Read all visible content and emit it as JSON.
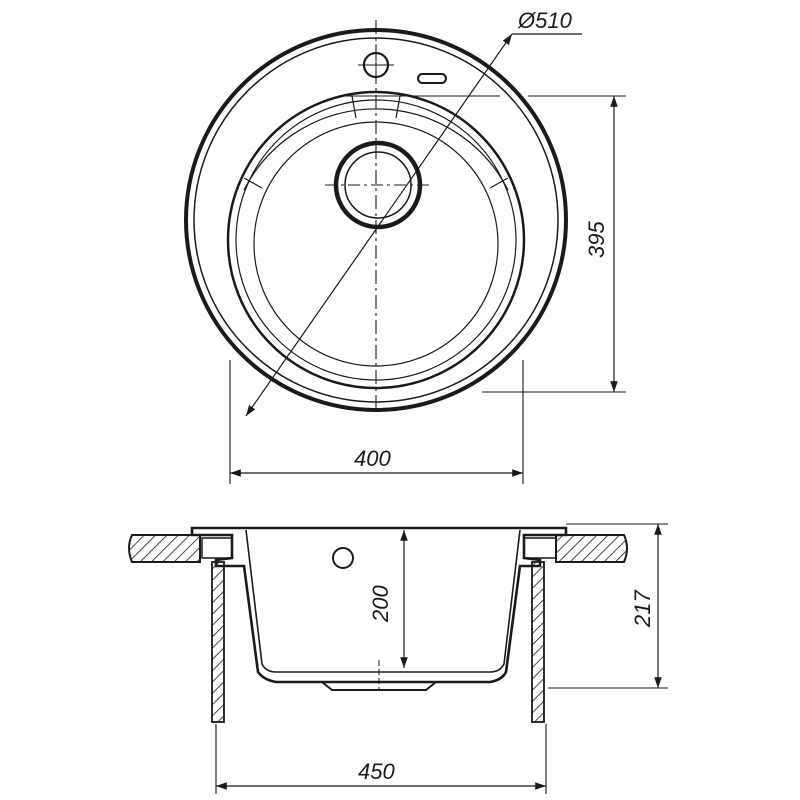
{
  "drawing": {
    "dimensions": {
      "outer_diameter": "Ø510",
      "bowl_depth_outer": "395",
      "bowl_width": "400",
      "depth": "200",
      "total_height": "217",
      "cutout_width": "450"
    },
    "colors": {
      "line": "#1a1a1a",
      "hatch": "#1a1a1a",
      "background": "#ffffff"
    }
  }
}
